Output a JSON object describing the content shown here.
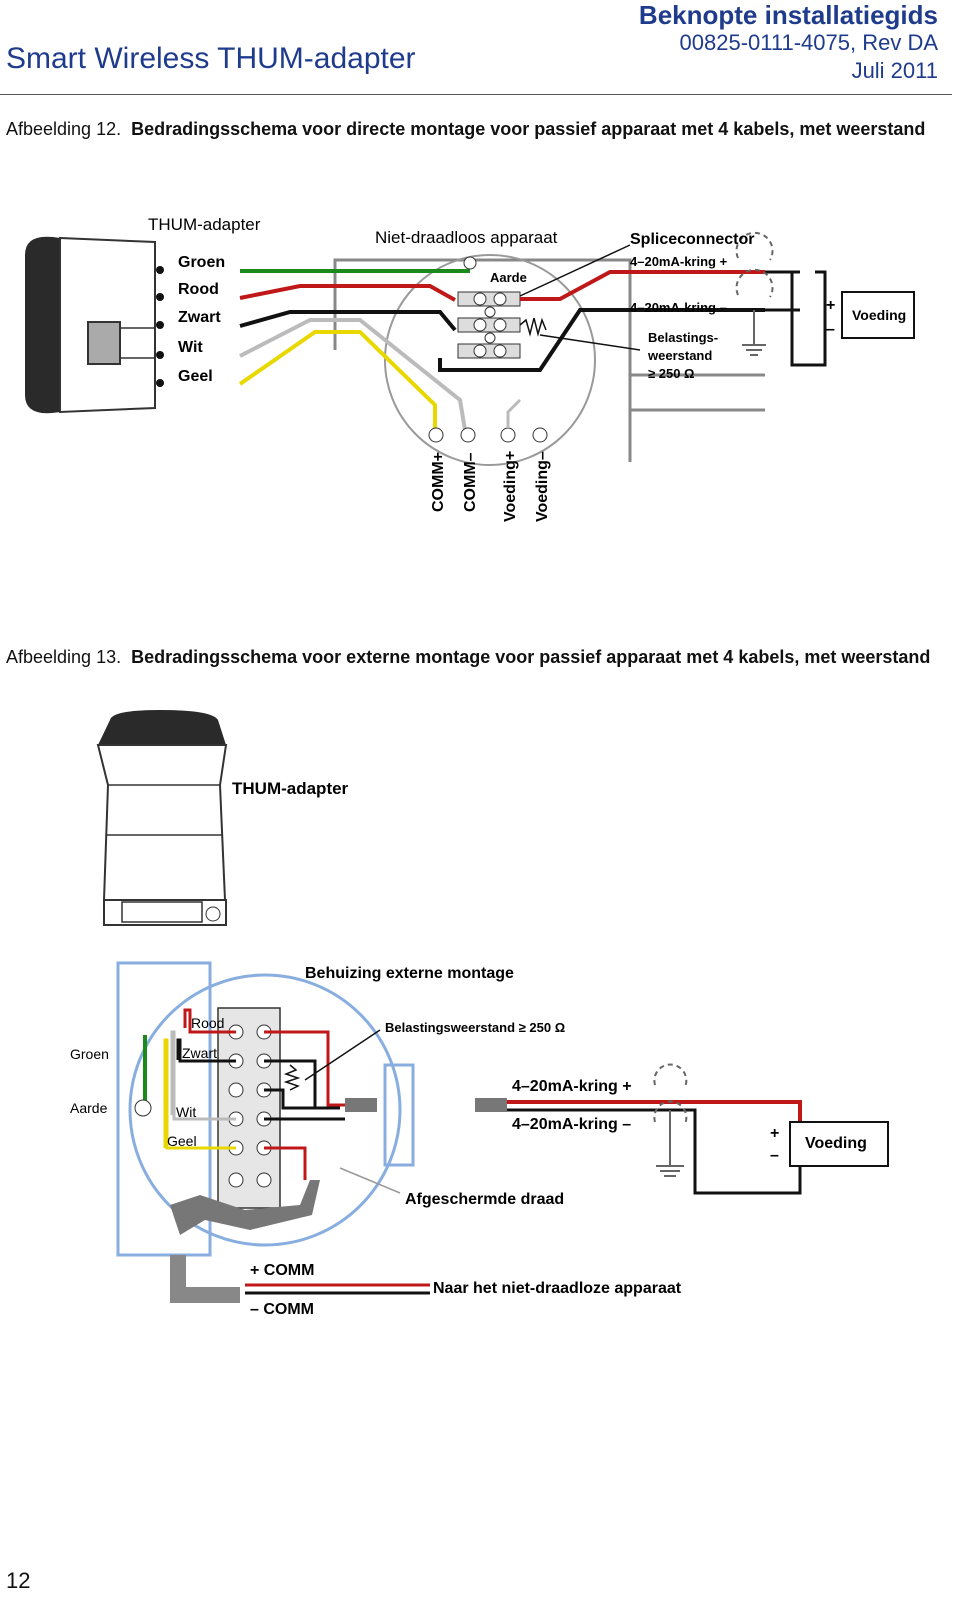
{
  "header": {
    "doc_title": "Smart Wireless THUM-adapter",
    "guide_type": "Beknopte installatiegids",
    "doc_number": "00825-0111-4075, Rev DA",
    "date": "Juli 2011"
  },
  "figure12": {
    "number": "Afbeelding 12.",
    "caption": "Bedradingsschema voor directe montage voor passief apparaat met 4 kabels, met weerstand",
    "labels": {
      "thum": "THUM-adapter",
      "device": "Niet-draadloos apparaat",
      "splice": "Spliceconnector",
      "groen": "Groen",
      "rood": "Rood",
      "zwart": "Zwart",
      "wit": "Wit",
      "geel": "Geel",
      "aarde": "Aarde",
      "loop_plus": "4–20mA-kring +",
      "loop_minus": "4–20mA-kring –",
      "load_1": "Belastings-",
      "load_2": "weerstand",
      "load_3": "≥ 250 Ω",
      "supply": "Voeding",
      "plus": "+",
      "minus": "–",
      "comm_plus": "COMM+",
      "comm_minus": "COMM–",
      "voeding_plus": "Voeding+",
      "voeding_minus": "Voeding–"
    }
  },
  "figure13": {
    "number": "Afbeelding 13.",
    "caption": "Bedradingsschema voor externe montage voor passief apparaat met 4 kabels, met weerstand",
    "labels": {
      "thum": "THUM-adapter",
      "housing": "Behuizing externe montage",
      "rood": "Rood",
      "zwart": "Zwart",
      "wit": "Wit",
      "geel": "Geel",
      "groen": "Groen",
      "aarde": "Aarde",
      "load": "Belastingsweerstand ≥ 250 Ω",
      "loop_plus": "4–20mA-kring +",
      "loop_minus": "4–20mA-kring –",
      "supply": "Voeding",
      "plus": "+",
      "minus": "–",
      "shield": "Afgeschermde draad",
      "comm_plus": "+ COMM",
      "comm_minus": "– COMM",
      "to_device": "Naar het niet-draadloze apparaat"
    }
  },
  "page_number": "12",
  "colors": {
    "heading": "#1f3c8c",
    "red": "#c01818",
    "green": "#1a8a1a",
    "yellow": "#e8d800",
    "housing": "#88aee0"
  }
}
